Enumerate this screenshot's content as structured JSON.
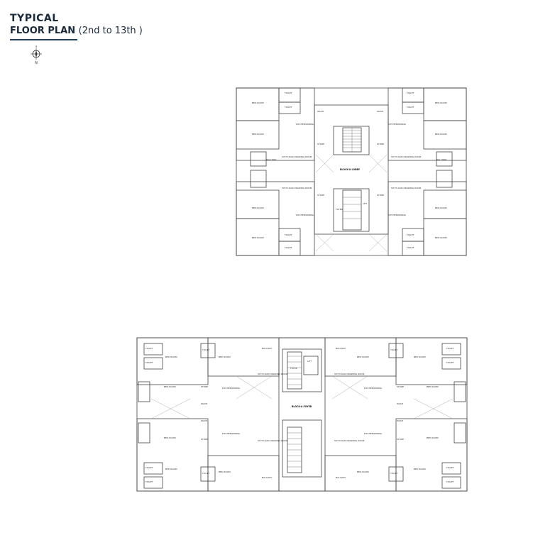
{
  "header": {
    "line1": "TYPICAL",
    "line2_main": "FLOOR PLAN",
    "line2_sub": "(2nd to 13th )"
  },
  "compass": {
    "north_label": "N",
    "icon": "north-arrow-compass-icon"
  },
  "colors": {
    "title": "#1b2a3a",
    "rule": "#1d3f66",
    "wall": "#444444"
  },
  "plan_top": {
    "rooms": {
      "bed": "BED ROOM",
      "toilet": "TOILET",
      "kitchen": "KITCHEN/DINING",
      "store": "STORE",
      "wash": "WASH",
      "drawing": "SIT-TV-DAN DRAWING ROOM",
      "balcony": "BALCONY",
      "foyer": "FOYER",
      "lift": "LIFT",
      "lobby": "BLOCK-A LOBBY"
    }
  },
  "plan_bottom": {
    "rooms": {
      "bed": "BED ROOM",
      "toilet": "TOILET",
      "kitchen": "KITCHEN/DINING",
      "store": "STORE",
      "wash": "WASH",
      "drawing": "SIT-TV-DAN DRAWING ROOM",
      "balcony": "BALCONY",
      "foyer": "FOYER",
      "lift": "LIFT",
      "lobby": "BLOCK-A FOYER"
    }
  }
}
